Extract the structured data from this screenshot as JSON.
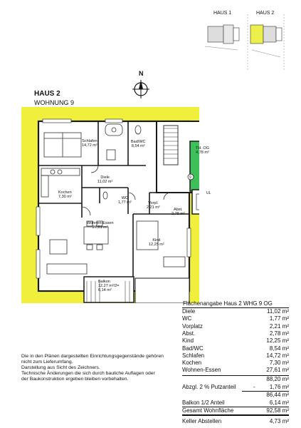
{
  "keyplan": {
    "haus1": "HAUS 1",
    "haus2": "HAUS 2"
  },
  "compass": {
    "north": "N"
  },
  "title": {
    "building": "HAUS 2",
    "unit": "WOHNUNG 9"
  },
  "rooms": {
    "schlafen": {
      "name": "Schlafen",
      "area": "14,72 m²"
    },
    "bad": {
      "name": "Bad/WC",
      "area": "8,54 m²"
    },
    "th": {
      "name": "TH. OG",
      "area": "4,78 m²"
    },
    "diele": {
      "name": "Diele",
      "area": "11,02 m²"
    },
    "kochen": {
      "name": "Kochen",
      "area": "7,30 m²"
    },
    "wc": {
      "name": "WC",
      "area": "1,77 m²"
    },
    "vorpl": {
      "name": "Vorpl.",
      "area": "2,21 m²"
    },
    "abst": {
      "name": "Abst.",
      "area": "2,78 m²"
    },
    "wohnen": {
      "name": "Wohnen-Essen",
      "area": "27,61 m²"
    },
    "kind": {
      "name": "Kind",
      "area": "12,25 m²"
    },
    "balkon": {
      "name": "Balkon",
      "area": "12,27 m²/2=",
      "area2": "6,14 m²"
    },
    "stair_no": "9",
    "ul": "UL"
  },
  "table": {
    "heading": "Flächenangabe Haus 2 WHG 9   OG",
    "rows": [
      {
        "name": "Diele",
        "value": "11,02 m²"
      },
      {
        "name": "WC",
        "value": "1,77 m²"
      },
      {
        "name": "Vorplatz",
        "value": "2,21 m²"
      },
      {
        "name": "Abst.",
        "value": "2,78 m²"
      },
      {
        "name": "Kind",
        "value": "12,25 m²"
      },
      {
        "name": "Bad/WC",
        "value": "8,54 m²"
      },
      {
        "name": "Schlafen",
        "value": "14,72 m²"
      },
      {
        "name": "Kochen",
        "value": "7,30 m²"
      },
      {
        "name": "Wohnen-Essen",
        "value": "27,61 m²"
      }
    ],
    "subtotal": "88,20 m²",
    "deduction_label": "Abzgl. 2 % Putzanteil",
    "deduction_sign": "-",
    "deduction_value": "1,76 m²",
    "after_deduction": "86,44 m²",
    "balkon_label": "Balkon 1/2 Anteil",
    "balkon_value": "6,14 m²",
    "total_label": "Gesamt Wohnfläche",
    "total_value": "92,58 m²",
    "keller_label": "Keller Abstellen",
    "keller_value": "4,73 m²"
  },
  "notes": [
    "Die in den Plänen dargestellten Einrichtungsgegenstände gehören",
    "nicht zum Lieferumfang.",
    "Darstellung aus Sicht des Zeichners.",
    "Technische Änderungen die sich durch bauliche Auflagen oder",
    "der Baukonstruktion ergeben bleiben vorbehalten."
  ],
  "colors": {
    "outdoor": "#f0f03c",
    "stair_highlight": "#3fbf5a",
    "wall": "#1a1a1a",
    "key_highlight": "#eef04a"
  }
}
